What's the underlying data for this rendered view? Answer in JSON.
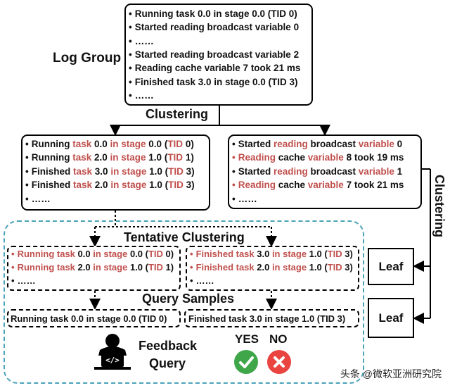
{
  "log_group": {
    "label": "Log Group",
    "lines": [
      "Running task 0.0 in stage 0.0 (TID 0)",
      "Started reading broadcast variable 0",
      "……",
      "Started reading broadcast variable 2",
      "Reading cache variable 7 took 21 ms",
      "Finished task 3.0 in stage 0.0 (TID 3)",
      "……"
    ]
  },
  "clustering_top": "Clustering",
  "clustering_side": "Clustering",
  "left_cluster": [
    [
      [
        "Running ",
        ""
      ],
      [
        "task",
        "r"
      ],
      [
        " 0.0 ",
        ""
      ],
      [
        "in stage",
        "r"
      ],
      [
        " 0.0 (",
        ""
      ],
      [
        "TID",
        "r"
      ],
      [
        " 0)",
        ""
      ]
    ],
    [
      [
        "Running ",
        ""
      ],
      [
        "task",
        "r"
      ],
      [
        " 2.0 ",
        ""
      ],
      [
        "in stage",
        "r"
      ],
      [
        " 1.0 (",
        ""
      ],
      [
        "TID",
        "r"
      ],
      [
        " 1)",
        ""
      ]
    ],
    [
      [
        "Finished ",
        ""
      ],
      [
        "task",
        "r"
      ],
      [
        " 3.0 ",
        ""
      ],
      [
        "in stage",
        "r"
      ],
      [
        " 1.0 (",
        ""
      ],
      [
        "TID",
        "r"
      ],
      [
        " 3)",
        ""
      ]
    ],
    [
      [
        "Finished ",
        ""
      ],
      [
        "task",
        "r"
      ],
      [
        " 2.0 ",
        ""
      ],
      [
        "in stage",
        "r"
      ],
      [
        " 1.0 (",
        ""
      ],
      [
        "TID",
        "r"
      ],
      [
        " 3)",
        ""
      ]
    ],
    [
      [
        "……",
        ""
      ]
    ]
  ],
  "right_cluster": [
    [
      [
        "Started ",
        ""
      ],
      [
        "reading",
        "r"
      ],
      [
        " broadcast ",
        ""
      ],
      [
        "variable",
        "r"
      ],
      [
        " 0",
        ""
      ]
    ],
    [
      [
        "Reading",
        "r"
      ],
      [
        " cache ",
        ""
      ],
      [
        "variable",
        "r"
      ],
      [
        " 8 took 19 ms",
        ""
      ]
    ],
    [
      [
        "Started ",
        ""
      ],
      [
        "reading",
        "r"
      ],
      [
        " broadcast ",
        ""
      ],
      [
        "variable",
        "r"
      ],
      [
        " 1",
        ""
      ]
    ],
    [
      [
        "Reading",
        "r"
      ],
      [
        " cache ",
        ""
      ],
      [
        "variable",
        "r"
      ],
      [
        " 7 took 21 ms",
        ""
      ]
    ],
    [
      [
        "……",
        ""
      ]
    ]
  ],
  "tentative_title": "Tentative Clustering",
  "tentative_left": [
    [
      [
        "Running task",
        "r"
      ],
      [
        " 0.0 ",
        ""
      ],
      [
        "in stage",
        "r"
      ],
      [
        " 0.0 (",
        ""
      ],
      [
        "TID",
        "r"
      ],
      [
        " 0)",
        ""
      ]
    ],
    [
      [
        "Running task",
        "r"
      ],
      [
        " 2.0 ",
        ""
      ],
      [
        "in stage",
        "r"
      ],
      [
        " 1.0 (",
        ""
      ],
      [
        "TID",
        "r"
      ],
      [
        " 1)",
        ""
      ]
    ],
    [
      [
        "……",
        ""
      ]
    ]
  ],
  "tentative_right": [
    [
      [
        "Finished task",
        "r"
      ],
      [
        " 3.0 ",
        ""
      ],
      [
        "in stage",
        "r"
      ],
      [
        " 1.0 (",
        ""
      ],
      [
        "TID",
        "r"
      ],
      [
        " 3)",
        ""
      ]
    ],
    [
      [
        "Finished task",
        "r"
      ],
      [
        " 2.0 ",
        ""
      ],
      [
        "in stage",
        "r"
      ],
      [
        " 1.0 (",
        ""
      ],
      [
        "TID",
        "r"
      ],
      [
        " 3)",
        ""
      ]
    ],
    [
      [
        "……",
        ""
      ]
    ]
  ],
  "query_title": "Query Samples",
  "query_left": "Running task 0.0 in stage 0.0 (TID 0)",
  "query_right": "Finished task 3.0 in stage 1.0 (TID 3)",
  "feedback_line1": "Feedback",
  "feedback_line2": "Query",
  "yes_label": "YES",
  "no_label": "NO",
  "leaf1": "Leaf",
  "leaf2": "Leaf",
  "watermark": "头条 @微软亚洲研究院",
  "colors": {
    "highlight": "#c0504d",
    "dashed_region": "#4aa3b8",
    "yes": "#3fa64a",
    "no": "#e9443f"
  }
}
